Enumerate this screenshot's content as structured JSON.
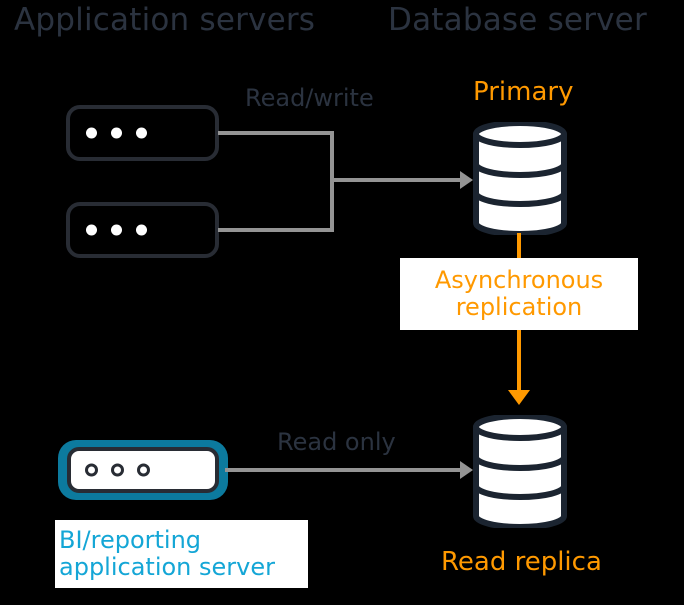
{
  "headers": {
    "application_servers": "Application servers",
    "database_server": "Database server"
  },
  "labels": {
    "read_write": "Read/write",
    "read_only": "Read only",
    "primary": "Primary",
    "read_replica": "Read replica",
    "async_line1": "Asynchronous",
    "async_line2": "replication",
    "bi_line1": "BI/reporting",
    "bi_line2": "application server"
  },
  "icons": {
    "app_server": "server-icon",
    "bi_server": "bi-server-icon",
    "database": "database-cylinder-icon",
    "arrow_right": "arrow-right-icon",
    "arrow_down": "arrow-down-icon"
  },
  "colors": {
    "background": "#000000",
    "accent_orange": "#ff9900",
    "accent_cyan": "#14a6d6",
    "accent_teal_ring": "#0c7a9e",
    "text_dark": "#2b3340",
    "connector_gray": "#949494",
    "server_border": "#282c34",
    "cylinder_fill": "#ffffff",
    "cylinder_stroke": "#1b2430"
  }
}
